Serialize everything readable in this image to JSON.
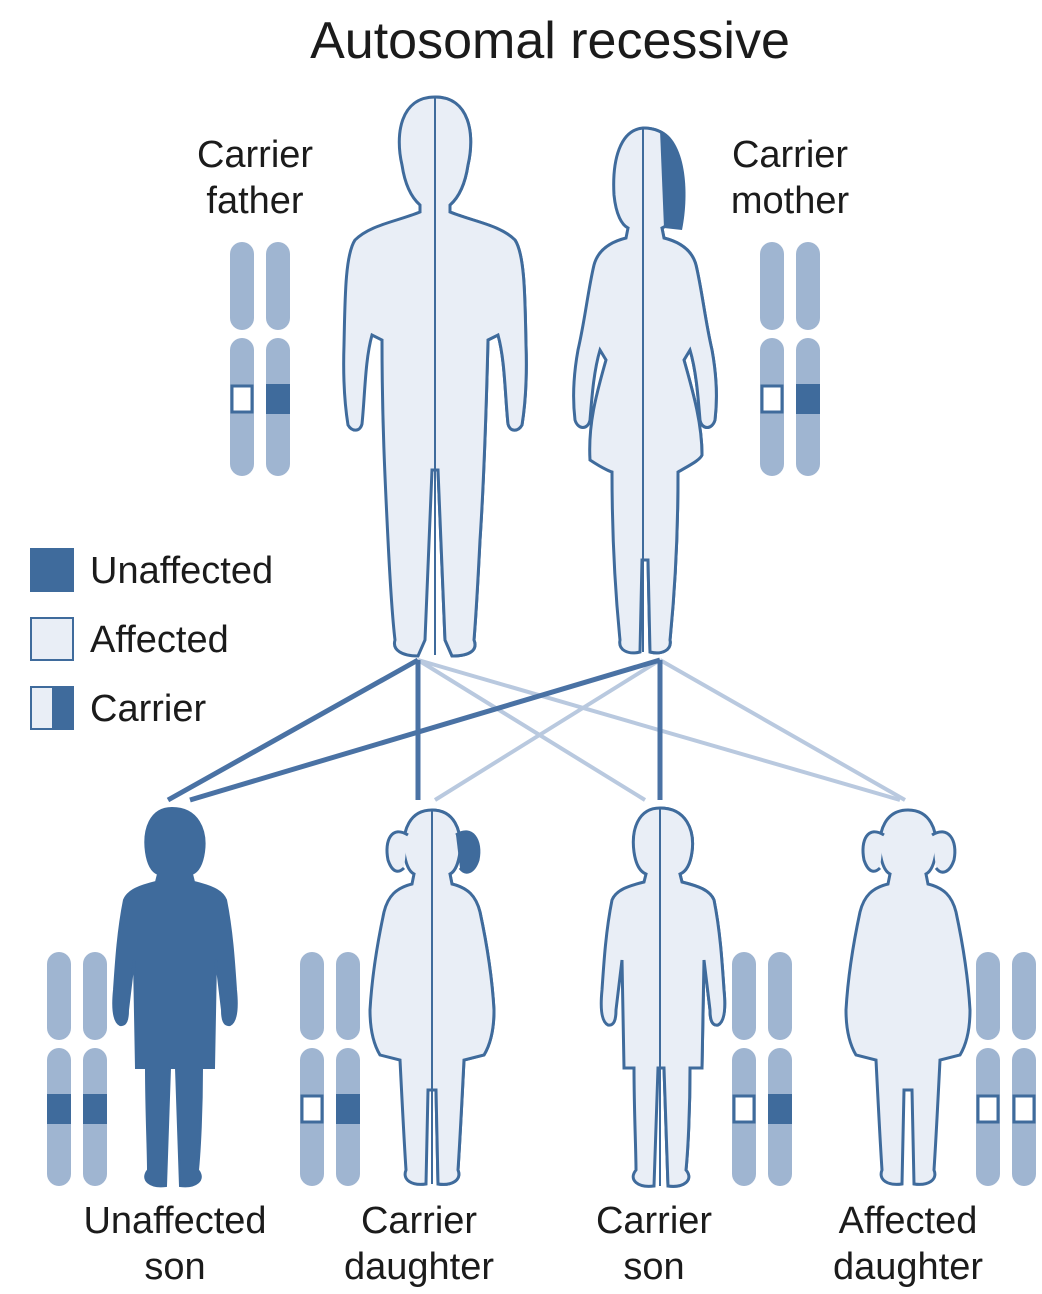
{
  "title": "Autosomal recessive",
  "colors": {
    "dark": "#3f6b9c",
    "light": "#e9eef6",
    "chromosome": "#9fb5d1",
    "line_dark": "#4a72a4",
    "line_light": "#b9c9df"
  },
  "parents": {
    "father": {
      "line1": "Carrier",
      "line2": "father"
    },
    "mother": {
      "line1": "Carrier",
      "line2": "mother"
    }
  },
  "legend": [
    {
      "label": "Unaffected",
      "swatch": "dark"
    },
    {
      "label": "Affected",
      "swatch": "light"
    },
    {
      "label": "Carrier",
      "swatch": "half"
    }
  ],
  "children": [
    {
      "line1": "Unaffected",
      "line2": "son",
      "status": "unaffected"
    },
    {
      "line1": "Carrier",
      "line2": "daughter",
      "status": "carrier"
    },
    {
      "line1": "Carrier",
      "line2": "son",
      "status": "carrier"
    },
    {
      "line1": "Affected",
      "line2": "daughter",
      "status": "affected"
    }
  ]
}
